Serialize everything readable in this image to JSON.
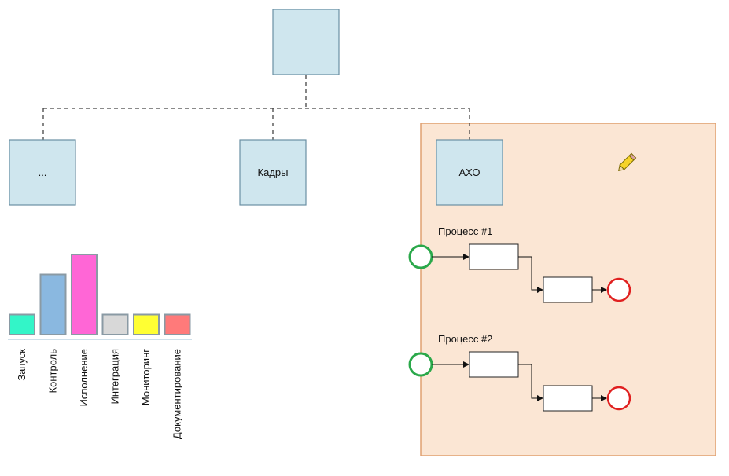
{
  "org": {
    "root_label": "",
    "units": [
      {
        "label": "..."
      },
      {
        "label": "Кадры"
      },
      {
        "label": "АХО"
      }
    ]
  },
  "processes": [
    {
      "title": "Процесс #1"
    },
    {
      "title": "Процесс #2"
    }
  ],
  "icons": {
    "edit": "pencil-icon"
  },
  "colors": {
    "unit_fill": "#cfe6ee",
    "unit_stroke": "#6a8fa3",
    "panel_fill": "#fbe6d4",
    "panel_stroke": "#e0a070",
    "start_event": "#2aa84a",
    "end_event": "#e02020"
  },
  "chart_data": {
    "type": "bar",
    "categories": [
      "Запуск",
      "Контроль",
      "Исполнение",
      "Интеграция",
      "Мониторинг",
      "Документирование"
    ],
    "values": [
      1,
      3,
      4,
      1,
      1,
      1
    ],
    "colors": [
      "#33f5c8",
      "#8ab8e0",
      "#ff66d6",
      "#d8d8d8",
      "#ffff33",
      "#ff7a7a"
    ],
    "title": "",
    "xlabel": "",
    "ylabel": ""
  }
}
